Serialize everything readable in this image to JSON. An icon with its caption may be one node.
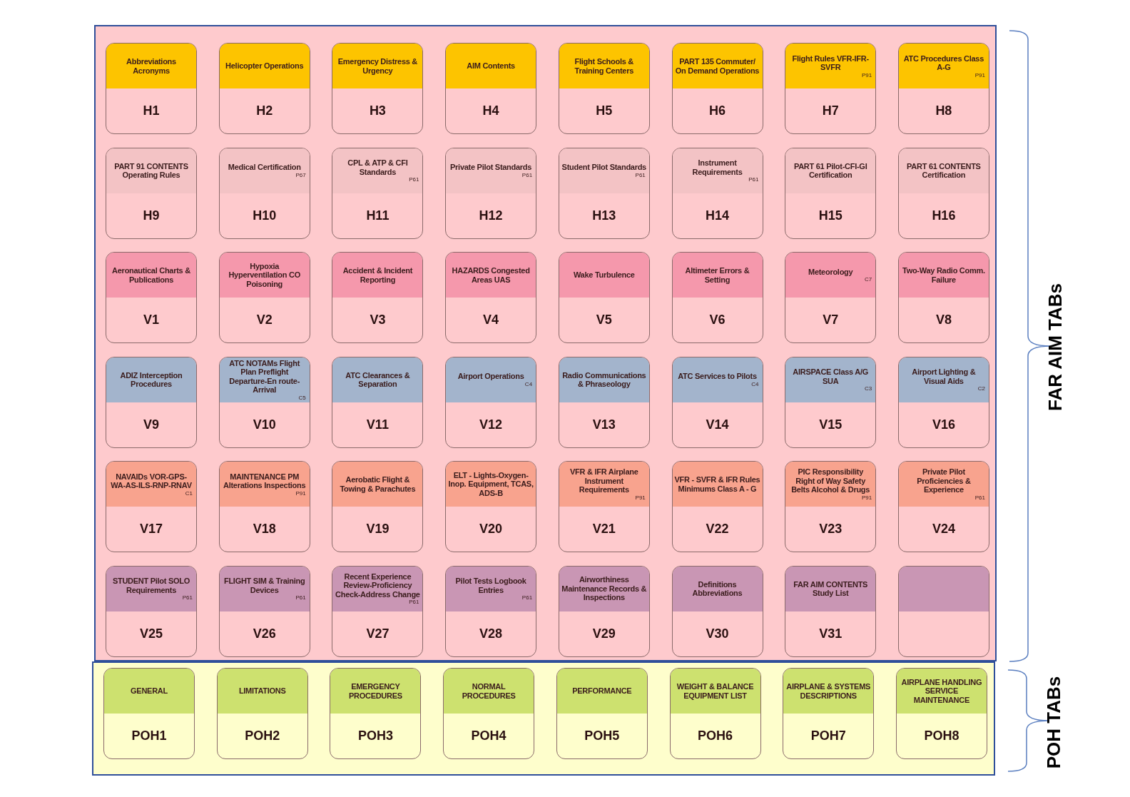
{
  "diagram": {
    "nodes": [
      {
        "text": [
          "FAR AIM TABs"
        ]
      },
      {
        "text": [
          "Abbreviations Acronyms",
          "H1"
        ],
        "in": 0
      },
      {
        "text": [
          "Helicopter Operations",
          "H2"
        ],
        "in": 0
      },
      {
        "text": [
          "Emergency Distress & Urgency",
          "H3"
        ],
        "in": 0
      },
      {
        "text": [
          "AIM Contents",
          "H4"
        ],
        "in": 0
      },
      {
        "text": [
          "Flight Schools & Training Centers",
          "H5"
        ],
        "in": 0
      },
      {
        "text": [
          "PART 135 Commuter/ On Demand Operations",
          "H6"
        ],
        "in": 0
      },
      {
        "text": [
          "Flight Rules VFR-IFR- SVFR",
          "P91",
          "H7"
        ],
        "in": 0
      },
      {
        "text": [
          "ATC Procedures Class A-G",
          "P91",
          "H8"
        ],
        "in": 0
      },
      {
        "text": [
          "PART 91 CONTENTS Operating Rules",
          "H9"
        ],
        "in": 0
      },
      {
        "text": [
          "Medical Certification",
          "P67",
          "H10"
        ],
        "in": 0
      },
      {
        "text": [
          "CPL & ATP & CFI Standards",
          "P61",
          "H11"
        ],
        "in": 0
      },
      {
        "text": [
          "Private Pilot Standards",
          "P61",
          "H12"
        ],
        "in": 0
      },
      {
        "text": [
          "Student Pilot Standards",
          "P61",
          "H13"
        ],
        "in": 0
      },
      {
        "text": [
          "Instrument Requirements",
          "P61",
          "H14"
        ],
        "in": 0
      },
      {
        "text": [
          "PART 61 Pilot-CFI-GI Certification",
          "H15"
        ],
        "in": 0
      },
      {
        "text": [
          "PART 61 CONTENTS Certification",
          "H16"
        ],
        "in": 0
      },
      {
        "text": [
          "Aeronautical Charts & Publications",
          "V1"
        ],
        "in": 0
      },
      {
        "text": [
          "Hypoxia Hyperventilation CO Poisoning",
          "V2"
        ],
        "in": 0
      },
      {
        "text": [
          "Accident & Incident Reporting",
          "V3"
        ],
        "in": 0
      },
      {
        "text": [
          "HAZARDS Congested Areas UAS",
          "V4"
        ],
        "in": 0
      },
      {
        "text": [
          "Wake Turbulence",
          "V5"
        ],
        "in": 0
      },
      {
        "text": [
          "Altimeter Errors & Setting",
          "V6"
        ],
        "in": 0
      },
      {
        "text": [
          "Meteorology",
          "C7",
          "V7"
        ],
        "in": 0
      },
      {
        "text": [
          "Two-Way Radio Comm. Failure",
          "V8"
        ],
        "in": 0
      },
      {
        "text": [
          "ADIZ Interception Procedures",
          "V9"
        ],
        "in": 0
      },
      {
        "text": [
          "ATC NOTAMs Flight Plan Preflight Departure-En route-Arrival",
          "C5",
          "V10"
        ],
        "in": 0
      },
      {
        "text": [
          "ATC Clearances & Separation",
          "V11"
        ],
        "in": 0
      },
      {
        "text": [
          "Airport Operations",
          "C4",
          "V12"
        ],
        "in": 0
      },
      {
        "text": [
          "Radio Communications & Phraseology",
          "V13"
        ],
        "in": 0
      },
      {
        "text": [
          "ATC Services to Pilots",
          "C4",
          "V14"
        ],
        "in": 0
      },
      {
        "text": [
          "AIRSPACE Class A/G SUA",
          "C3",
          "V15"
        ],
        "in": 0
      },
      {
        "text": [
          "Airport Lighting & Visual Aids",
          "C2",
          "V16"
        ],
        "in": 0
      },
      {
        "text": [
          "NAVAIDs VOR-GPS-WA-AS-ILS-RNP-RNAV",
          "C1",
          "V17"
        ],
        "in": 0
      },
      {
        "text": [
          "MAINTENANCE PM Alterations Inspections",
          "P91",
          "V18"
        ],
        "in": 0
      },
      {
        "text": [
          "Aerobatic Flight & Towing & Parachutes",
          "V19"
        ],
        "in": 0
      },
      {
        "text": [
          "ELT - Lights-Oxygen- Inop. Equipment, TCAS, ADS-B",
          "V20"
        ],
        "in": 0
      },
      {
        "text": [
          "VFR & IFR Airplane Instrument Requirements",
          "P91",
          "V21"
        ],
        "in": 0
      },
      {
        "text": [
          "VFR - SVFR & IFR Rules Minimums Class A - G",
          "V22"
        ],
        "in": 0
      },
      {
        "text": [
          "PIC Responsibility Right of Way Safety Belts Alcohol & Drugs",
          "P91",
          "V23"
        ],
        "in": 0
      },
      {
        "text": [
          "Private Pilot Proficiencies & Experience",
          "P61",
          "V24"
        ],
        "in": 0
      },
      {
        "text": [
          "STUDENT Pilot SOLO Requirements",
          "P61",
          "V25"
        ],
        "in": 0
      },
      {
        "text": [
          "FLIGHT SIM & Training Devices",
          "P61",
          "V26"
        ],
        "in": 0
      },
      {
        "text": [
          "Recent Experience Review-Proficiency Check-Address Change",
          "P61",
          "V27"
        ],
        "in": 0
      },
      {
        "text": [
          "Pilot Tests Logbook Entries",
          "P61",
          "V28"
        ],
        "in": 0
      },
      {
        "text": [
          "Airworthiness Maintenance Records & Inspections",
          "V29"
        ],
        "in": 0
      },
      {
        "text": [
          "Definitions Abbreviations",
          "V30"
        ],
        "in": 0
      },
      {
        "text": [
          "FAR AIM CONTENTS Study List",
          "V31"
        ],
        "in": 0
      },
      {
        "text": [],
        "shape": "box",
        "in": 0
      },
      {
        "text": [
          "POH TABs"
        ]
      },
      {
        "text": [
          "GENERAL",
          "POH1"
        ],
        "in": 49
      },
      {
        "text": [
          "LIMITATIONS",
          "POH2"
        ],
        "in": 49
      },
      {
        "text": [
          "EMERGENCY PROCEDURES",
          "POH3"
        ],
        "in": 49
      },
      {
        "text": [
          "NORMAL PROCEDURES",
          "POH4"
        ],
        "in": 49
      },
      {
        "text": [
          "PERFORMANCE",
          "POH5"
        ],
        "in": 49
      },
      {
        "text": [
          "WEIGHT & BALANCE EQUIPMENT LIST",
          "POH6"
        ],
        "in": 49
      },
      {
        "text": [
          "AIRPLANE & SYSTEMS DESCRIPTIONS",
          "POH7"
        ],
        "in": 49
      },
      {
        "text": [
          "AIRPLANE HANDLING SERVICE MAINTENANCE",
          "POH8"
        ],
        "in": 49
      }
    ]
  }
}
